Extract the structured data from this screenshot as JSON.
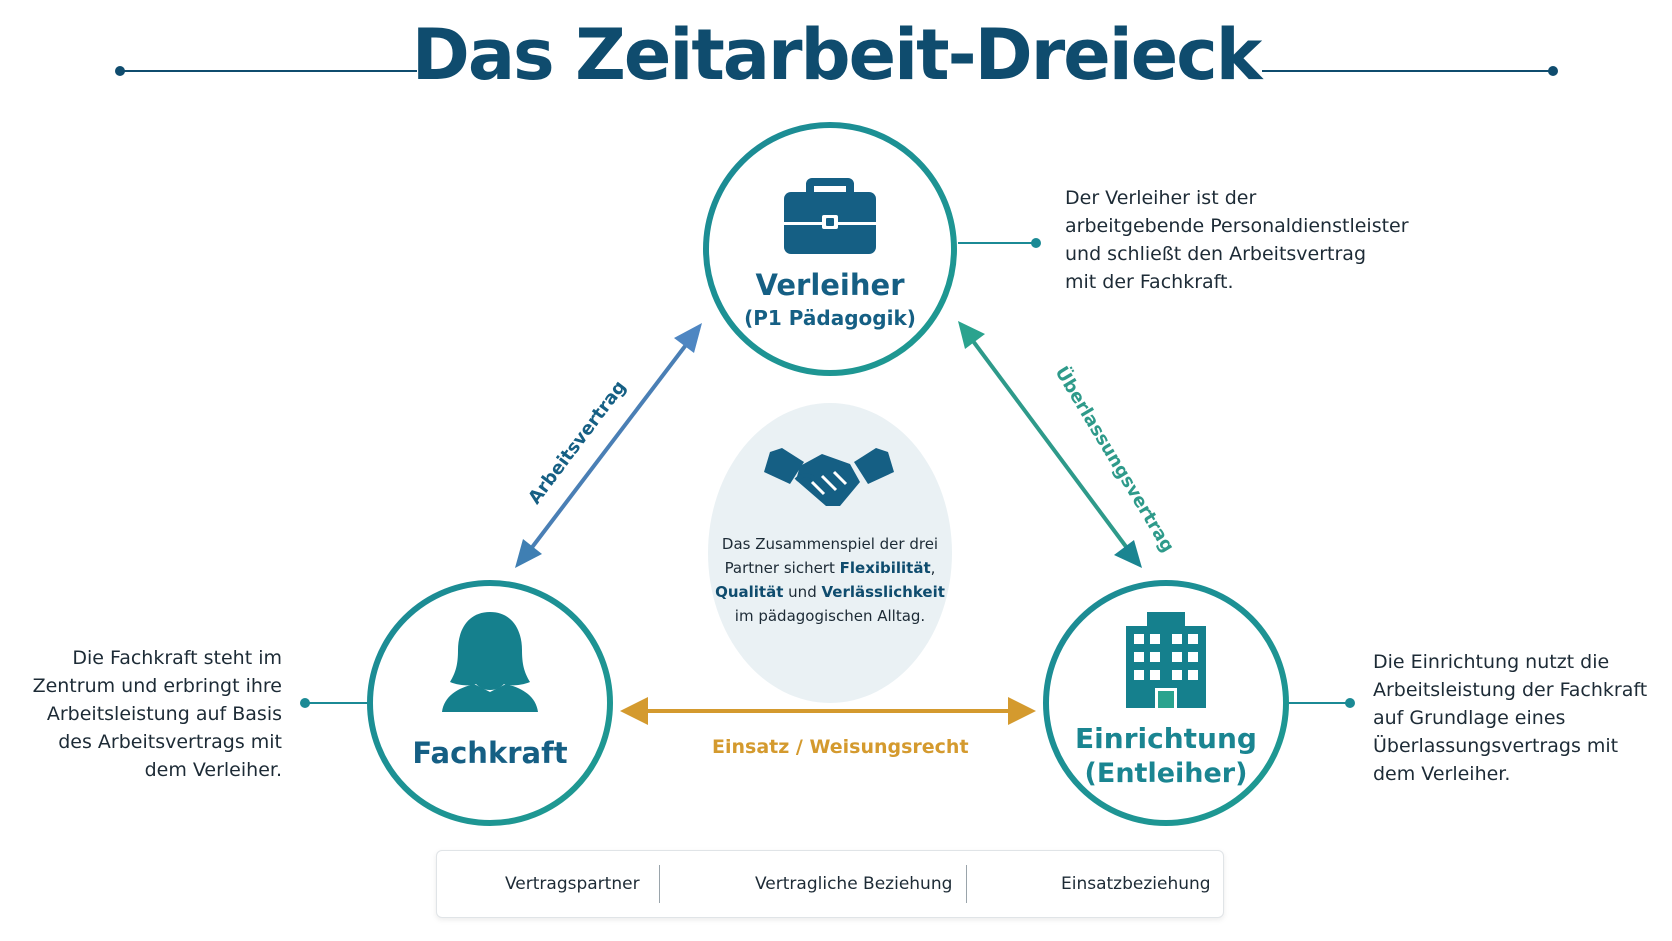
{
  "title": "Das Zeitarbeit-Dreieck",
  "nodes": {
    "verleiher": {
      "name": "Verleiher",
      "sub": "(P1 Pädagogik)"
    },
    "fachkraft": {
      "name": "Fachkraft"
    },
    "einrichtung": {
      "name": "Einrichtung",
      "sub": "(Entleiher)"
    }
  },
  "descriptions": {
    "verleiher": [
      "Der Verleiher ist der",
      "arbeitgebende Personaldienstleister",
      "und schließt den Arbeitsvertrag",
      "mit der Fachkraft."
    ],
    "fachkraft": [
      "Die Fachkraft steht im",
      "Zentrum und erbringt ihre",
      "Arbeitsleistung auf Basis",
      "des Arbeitsvertrags mit",
      "dem Verleiher."
    ],
    "einrichtung": [
      "Die Einrichtung nutzt die",
      "Arbeitsleistung der Fachkraft",
      "auf Grundlage eines",
      "Überlassungsvertrags mit",
      "dem Verleiher."
    ]
  },
  "relations": {
    "left": "Arbeitsvertrag",
    "right": "Überlassungsvertrag",
    "bottom": "Einsatz / Weisungsrecht"
  },
  "center": {
    "part1": "Das Zusammenspiel der drei Partner sichert ",
    "flex": "Flexibilität",
    "comma": ",",
    "quality": "Qualität",
    "and": " und ",
    "reliability": "Verlässlichkeit",
    "part2": " im pädagogischen Alltag."
  },
  "legend": {
    "partner": "Vertragspartner",
    "contract": "Vertragliche Beziehung",
    "assignment": "Einsatzbeziehung"
  },
  "colors": {
    "title": "#0f4c6e",
    "teal": "#1b8a95",
    "blue_arrow": "#4a7fb5",
    "green_arrow": "#2e9a8a",
    "gold": "#d49a2e",
    "center_bg": "#eaf1f4"
  },
  "icons": {
    "verleiher": "briefcase-icon",
    "fachkraft": "person-icon",
    "einrichtung": "building-icon",
    "center": "handshake-icon"
  }
}
